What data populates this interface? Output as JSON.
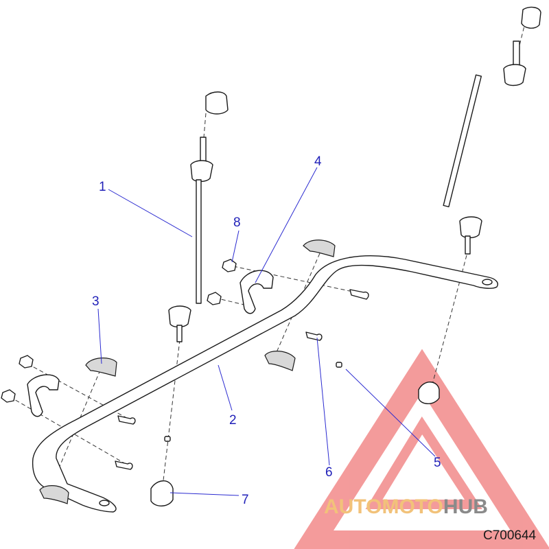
{
  "callouts": [
    {
      "label": "1"
    },
    {
      "label": "2"
    },
    {
      "label": "3"
    },
    {
      "label": "4"
    },
    {
      "label": "5"
    },
    {
      "label": "6"
    },
    {
      "label": "7"
    },
    {
      "label": "8"
    }
  ],
  "watermark": {
    "brand_part1": "AUTOMOTO",
    "brand_part2": "HUB",
    "color_primary": "#f07a7a",
    "color_secondary": "#f2c27a",
    "color_tertiary": "#8a8a8a"
  },
  "drawing_id": "C700644",
  "colors": {
    "callout": "#1f1fb8",
    "leader": "#2a2ad0",
    "outline": "#1a1a1a"
  }
}
